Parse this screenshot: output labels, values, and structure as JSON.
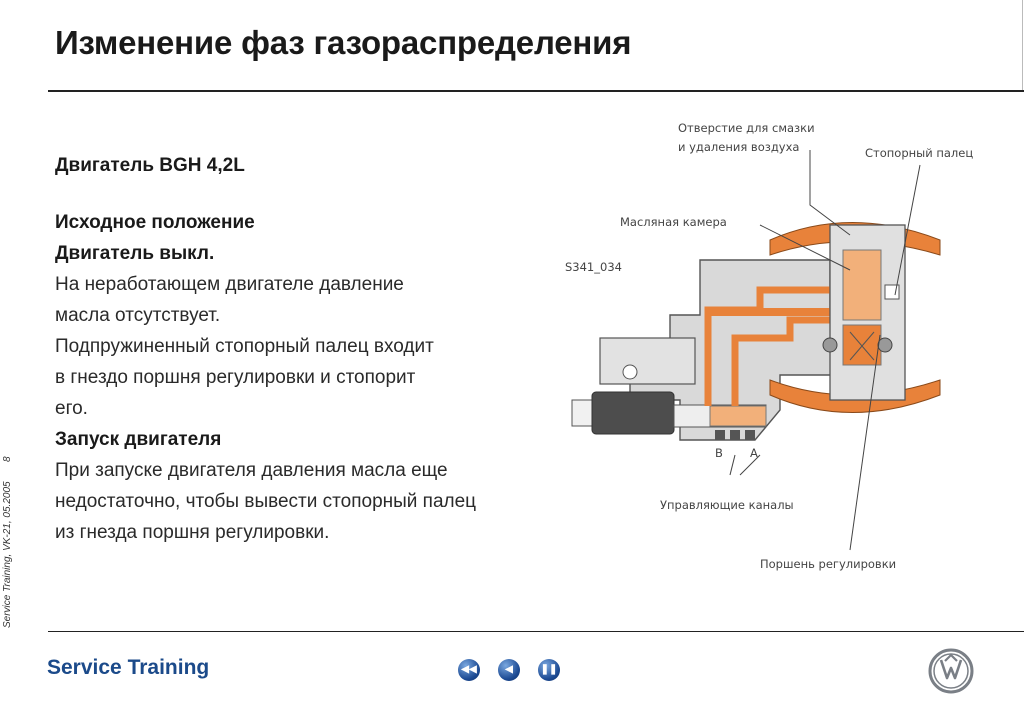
{
  "header": {
    "title": "Изменение фаз газораспределения"
  },
  "body": {
    "engine": "Двигатель BGH 4,2L",
    "lines": [
      {
        "text": "Исходное положение",
        "bold": true
      },
      {
        "text": "Двигатель выкл.",
        "bold": true
      },
      {
        "text": "На неработающем двигателе давление",
        "bold": false
      },
      {
        "text": "масла отсутствует.",
        "bold": false
      },
      {
        "text": "Подпружиненный стопорный палец входит",
        "bold": false
      },
      {
        "text": " в гнездо поршня регулировки и стопорит",
        "bold": false
      },
      {
        "text": "его.",
        "bold": false
      },
      {
        "text": "Запуск двигателя",
        "bold": true
      },
      {
        "text": "При запуске двигателя давления масла еще",
        "bold": false
      },
      {
        "text": "недостаточно, чтобы вывести стопорный палец",
        "bold": false
      },
      {
        "text": "из гнезда поршня регулировки.",
        "bold": false
      }
    ]
  },
  "diagram": {
    "code": "S341_034",
    "labels": {
      "oil_hole_1": "Отверстие для смазки",
      "oil_hole_2": "и удаления воздуха",
      "lock_pin": "Стопорный палец",
      "oil_chamber": "Масляная камера",
      "channel_b": "B",
      "channel_a": "A",
      "control_channels": "Управляющие каналы",
      "piston": "Поршень регулировки"
    },
    "colors": {
      "oil": "#e8823a",
      "oil_light": "#f2b07a",
      "metal": "#d9d9d9",
      "pin": "#f0a868"
    }
  },
  "sidebar": {
    "footer_text": "Service Training, VK-21, 05.2005",
    "page_number": "8"
  },
  "footer": {
    "brand": "Service Training",
    "nav": [
      {
        "name": "first-button",
        "glyph": "◀◀"
      },
      {
        "name": "prev-button",
        "glyph": "◀"
      },
      {
        "name": "pause-button",
        "glyph": "❚❚"
      }
    ],
    "logo_text": "VW"
  }
}
